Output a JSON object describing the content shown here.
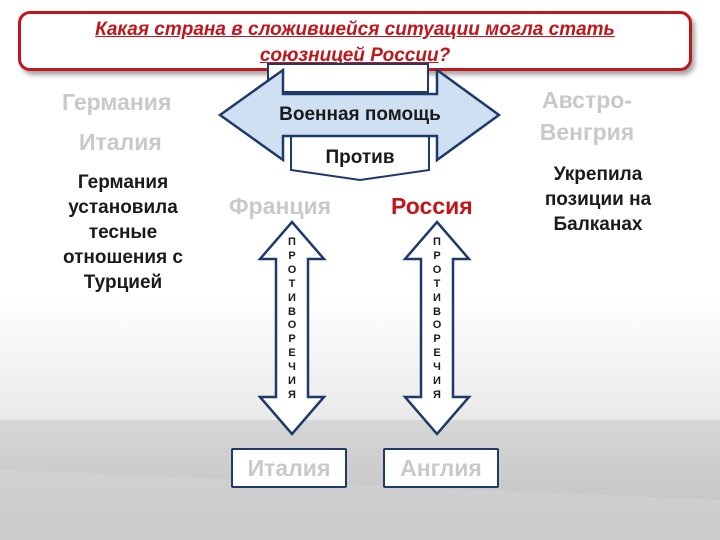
{
  "question": {
    "line1": "Какая страна в сложившейся ситуации могла стать",
    "line2": "союзницей России",
    "qmark": "?"
  },
  "arrow_top_label": "Военная помощь",
  "against_label": "Против",
  "left": {
    "germany": "Германия",
    "italy": "Италия",
    "note": [
      "Германия",
      "установила",
      "тесные",
      "отношения с",
      "Турцией"
    ]
  },
  "right": {
    "austria_line1": "Австро-",
    "austria_line2": "Венгрия",
    "note": [
      "Укрепила",
      "позиции на",
      "Балканах"
    ]
  },
  "france": "Франция",
  "russia": "Россия",
  "bottom_boxes": {
    "italy": "Италия",
    "england": "Англия"
  },
  "vertical_word": [
    "П",
    "Р",
    "О",
    "Т",
    "И",
    "В",
    "О",
    "Р",
    "Е",
    "Ч",
    "И",
    "Я"
  ],
  "colors": {
    "red": "#c0171d",
    "navy": "#1d3a6b",
    "arrow_fill": "#cfe0f3",
    "gray_text": "#c9c9c9"
  }
}
